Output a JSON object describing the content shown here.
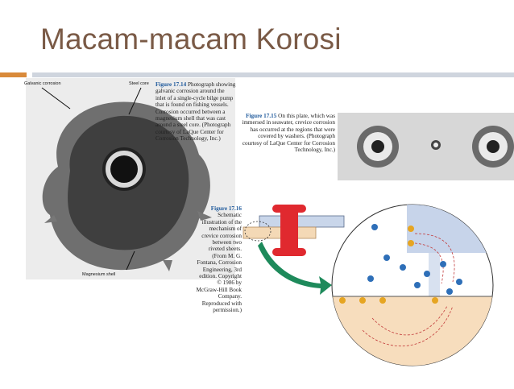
{
  "slide": {
    "title": "Macam-macam Korosi",
    "accent_color": "#d98a3a",
    "title_color": "#7a5a46"
  },
  "fig14": {
    "label_galvanic": "Galvanic corrosion",
    "label_steel": "Steel core",
    "label_mg": "Magnesium shell",
    "fig_num": "Figure 17.14",
    "caption": "Photograph showing galvanic corrosion around the inlet of a single-cycle bilge pump that is found on fishing vessels. Corrosion occurred between a magnesium shell that was cast around a steel core. (Photograph courtesy of LaQue Center for Corrosion Technology, Inc.)"
  },
  "fig15": {
    "fig_num": "Figure 17.15",
    "caption": "On this plate, which was immersed in seawater, crevice corrosion has occurred at the regions that were covered by washers. (Photograph courtesy of LaQue Center for Corrosion Technology, Inc.)"
  },
  "fig16": {
    "fig_num": "Figure 17.16",
    "caption": "Schematic illustration of the mechanism of crevice corrosion between two riveted sheets. (From M. G. Fontana, Corrosion Engineering, 3rd edition. Copyright © 1986 by McGraw-Hill Book Company. Reproduced with permission.)"
  }
}
